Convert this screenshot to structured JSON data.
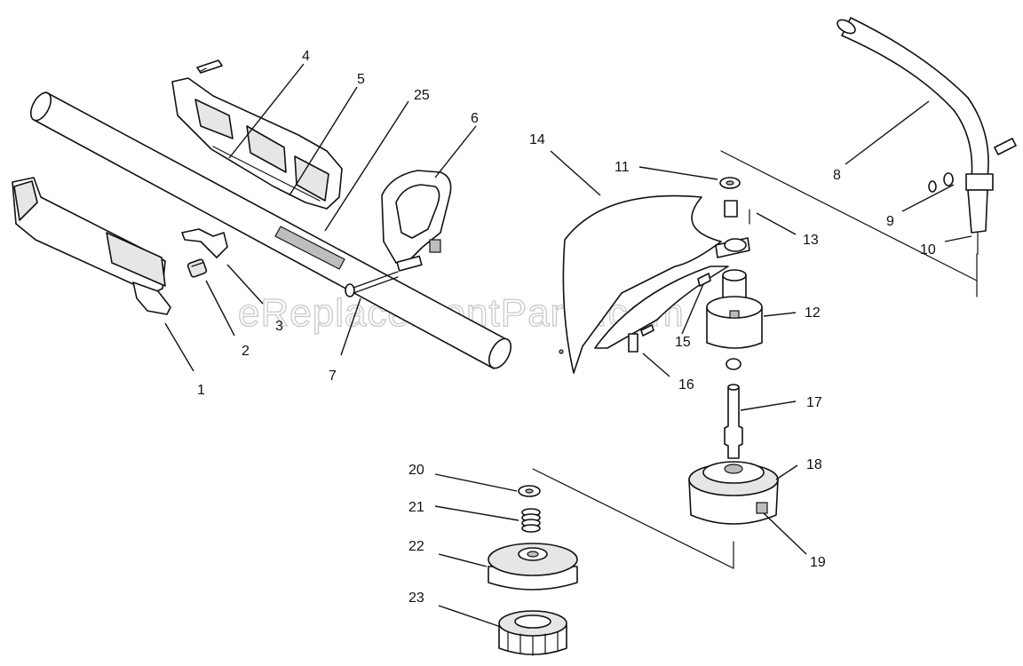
{
  "watermark": "eReplacementParts.com",
  "callouts": {
    "p1": "1",
    "p2": "2",
    "p3": "3",
    "p4": "4",
    "p5": "5",
    "p6": "6",
    "p7": "7",
    "p8": "8",
    "p9": "9",
    "p10": "10",
    "p11": "11",
    "p12": "12",
    "p13": "13",
    "p14": "14",
    "p15": "15",
    "p16": "16",
    "p17": "17",
    "p18": "18",
    "p19": "19",
    "p20": "20",
    "p21": "21",
    "p22": "22",
    "p23": "23",
    "p25": "25"
  }
}
